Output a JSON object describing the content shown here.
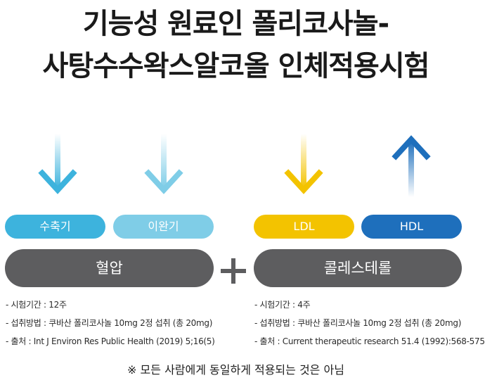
{
  "title": {
    "line1": "기능성 원료인 폴리코사놀-",
    "line2": "사탕수수왁스알코올 인체적용시험"
  },
  "left": {
    "tags": [
      "수축기",
      "이완기"
    ],
    "category": "혈압",
    "info": [
      "- 시험기간 : 12주",
      "- 섭취방법 : 쿠바산 폴리코사놀 10mg 2정 섭취 (총 20mg)",
      "- 출처 : Int J Environ Res Public Health (2019) 5;16(5)"
    ]
  },
  "plus_symbol": "+",
  "right": {
    "tags": [
      "LDL",
      "HDL"
    ],
    "category": "콜레스테롤",
    "info": [
      "- 시험기간 : 4주",
      "- 섭취방법 : 쿠바산 폴리코사놀 10mg 2정 섭취 (총 20mg)",
      "- 출처 : Current therapeutic research 51.4 (1992):568-575"
    ]
  },
  "footnote": "※ 모든 사람에게 동일하게 적용되는 것은 아님",
  "colors": {
    "systolic": "#3db3dd",
    "diastolic": "#7fcde7",
    "ldl": "#f3c300",
    "hdl": "#1e6fbc",
    "category_bar": "#5d5d5f"
  },
  "icons": [
    "arrow-down-icon",
    "arrow-down-icon",
    "arrow-down-icon",
    "arrow-up-icon"
  ]
}
